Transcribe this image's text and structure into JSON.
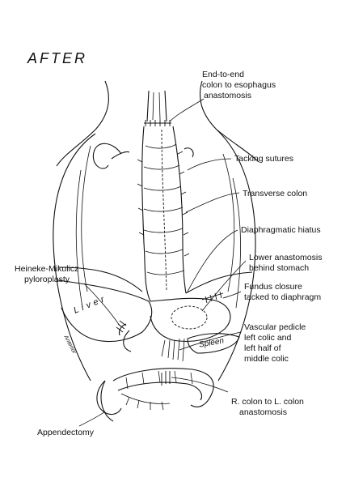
{
  "title": "AFTER",
  "labels": {
    "end_to_end": "End-to-end",
    "colon_to_esophagus": "colon to esophagus",
    "anastomosis_top": "anastomosis",
    "tacking_sutures": "Tacking sutures",
    "transverse_colon": "Transverse colon",
    "diaphragmatic_hiatus": "Diaphragmatic hiatus",
    "lower_anastomosis": "Lower anastomosis",
    "behind_stomach": "behind stomach",
    "fundus_closure": "Fundus closure",
    "tacked_to_diaphragm": "tacked to diaphragm",
    "vascular_pedicle": "Vascular pedicle",
    "left_colic_and": "left colic  and",
    "left_half_of": "left half of",
    "middle_colic": "middle colic",
    "r_colon_to_l_colon": "R. colon to L. colon",
    "anastomosis_bottom": "anastomosis",
    "heineke_mikulicz": "Heineke-Mikulicz",
    "pyloroplasty": "pyloroplasty",
    "appendectomy": "Appendectomy"
  },
  "organs": {
    "liver": "Liver",
    "spleen": "Spleen",
    "anterior": "Anterior"
  }
}
